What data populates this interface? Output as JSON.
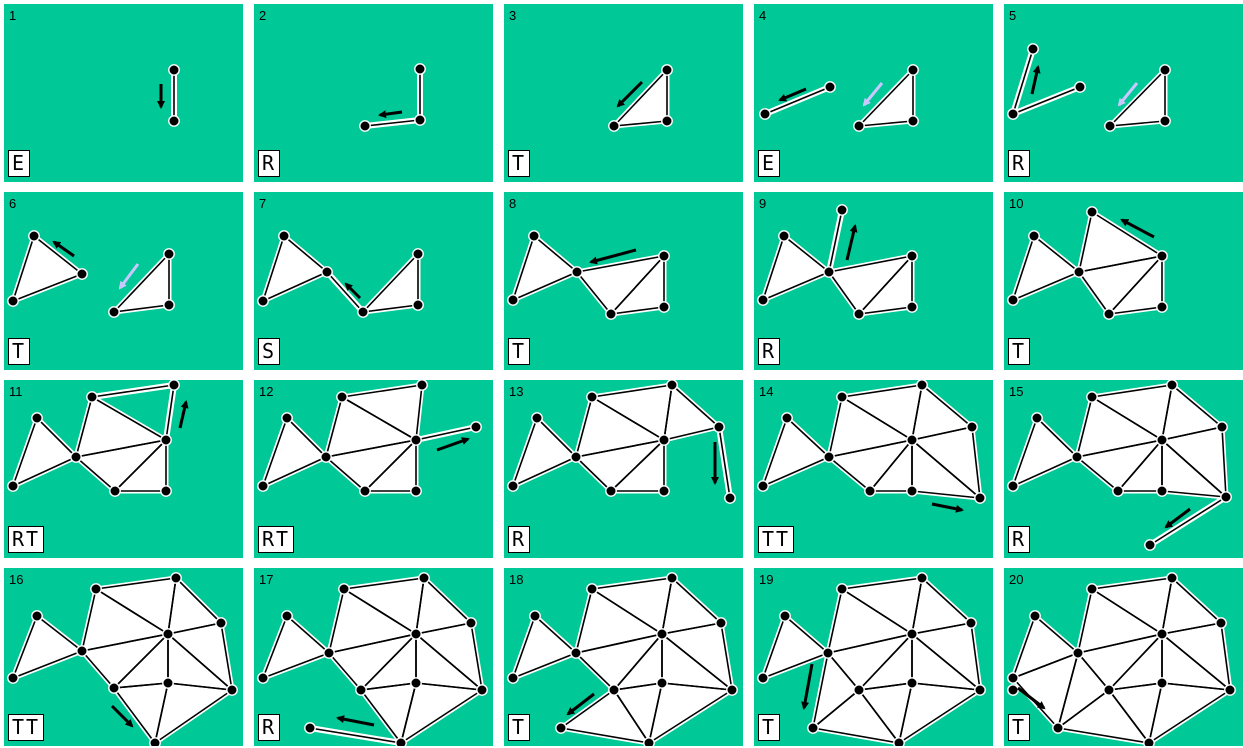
{
  "colors": {
    "background": "#00c896",
    "triangle": "#ffffff",
    "edge": "#000000",
    "vertex": "#000000",
    "highlight_arrow": "#c8c8ff"
  },
  "panels": [
    {
      "number": "1",
      "operation": "E"
    },
    {
      "number": "2",
      "operation": "R"
    },
    {
      "number": "3",
      "operation": "T"
    },
    {
      "number": "4",
      "operation": "E"
    },
    {
      "number": "5",
      "operation": "R"
    },
    {
      "number": "6",
      "operation": "T"
    },
    {
      "number": "7",
      "operation": "S"
    },
    {
      "number": "8",
      "operation": "T"
    },
    {
      "number": "9",
      "operation": "R"
    },
    {
      "number": "10",
      "operation": "T"
    },
    {
      "number": "11",
      "operation": "RT"
    },
    {
      "number": "12",
      "operation": "RT"
    },
    {
      "number": "13",
      "operation": "R"
    },
    {
      "number": "14",
      "operation": "TT"
    },
    {
      "number": "15",
      "operation": "R"
    },
    {
      "number": "16",
      "operation": "TT"
    },
    {
      "number": "17",
      "operation": "R"
    },
    {
      "number": "18",
      "operation": "T"
    },
    {
      "number": "19",
      "operation": "T"
    },
    {
      "number": "20",
      "operation": "T"
    }
  ]
}
